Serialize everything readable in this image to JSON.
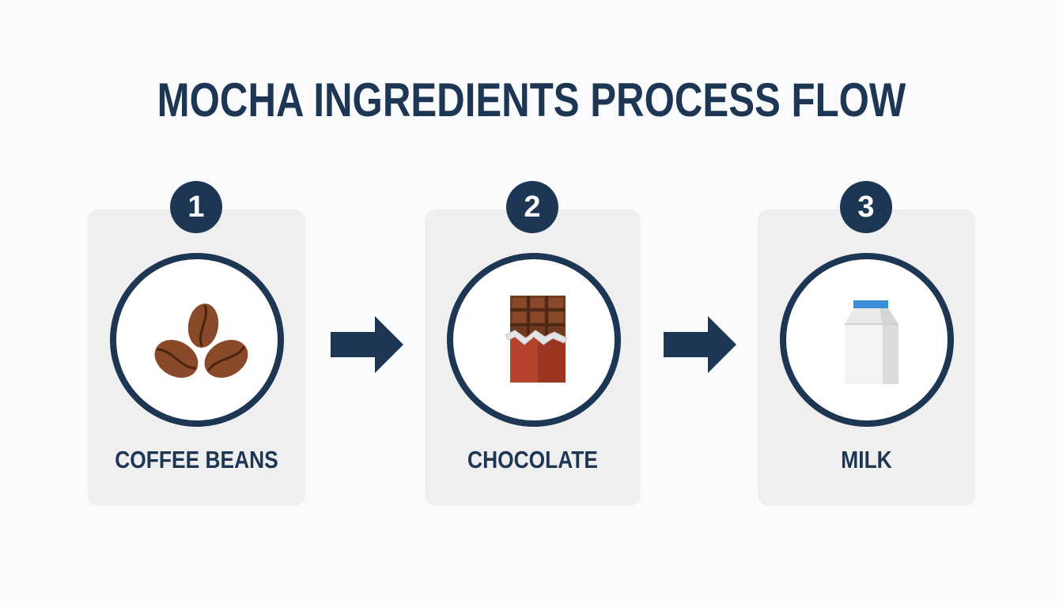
{
  "title": "MOCHA INGREDIENTS PROCESS FLOW",
  "steps": [
    {
      "number": "1",
      "label": "COFFEE BEANS",
      "icon": "coffee-beans-icon"
    },
    {
      "number": "2",
      "label": "CHOCOLATE",
      "icon": "chocolate-bar-icon"
    },
    {
      "number": "3",
      "label": "MILK",
      "icon": "milk-carton-icon"
    }
  ],
  "colors": {
    "primary": "#1d3654",
    "card_background": "#efefef",
    "page_background": "#fafbfc",
    "coffee_bean": "#8a4a2a",
    "chocolate": "#7a3f22",
    "wrapper": "#b5432e",
    "milk_cap": "#3b8fd6"
  }
}
